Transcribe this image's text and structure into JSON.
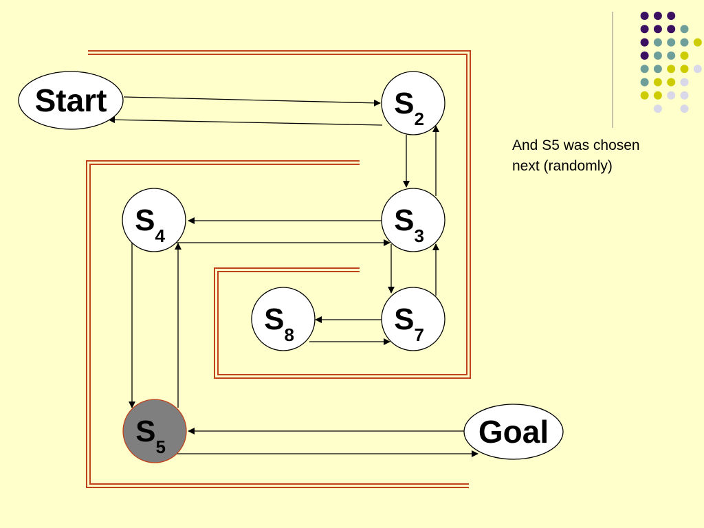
{
  "nodes": {
    "start": {
      "label": "Start",
      "sub": ""
    },
    "s2": {
      "label": "S",
      "sub": "2"
    },
    "s3": {
      "label": "S",
      "sub": "3"
    },
    "s4": {
      "label": "S",
      "sub": "4"
    },
    "s5": {
      "label": "S",
      "sub": "5"
    },
    "s7": {
      "label": "S",
      "sub": "7"
    },
    "s8": {
      "label": "S",
      "sub": "8"
    },
    "goal": {
      "label": "Goal",
      "sub": ""
    }
  },
  "caption": {
    "line1": "And S5 was chosen",
    "line2": "next (randomly)"
  },
  "colors": {
    "background": "#ffffcc",
    "node_fill": "#ffffff",
    "highlighted_node_fill": "#7f7f7f",
    "spiral_outline": "#c0421a",
    "arrow": "#000000",
    "dot_purple": "#3b1060",
    "dot_teal": "#6e9e9a",
    "dot_yellow": "#cccc00",
    "dot_lavender": "#d8d8e8"
  }
}
